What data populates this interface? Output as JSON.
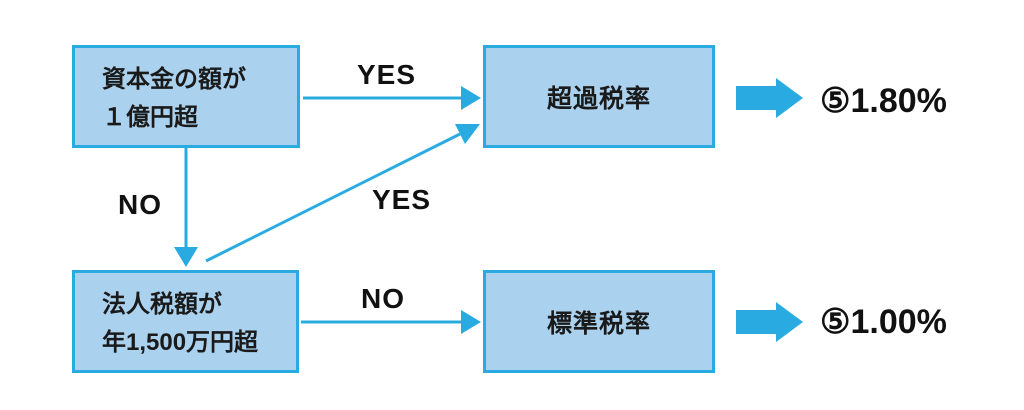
{
  "diagram": {
    "colors": {
      "box_fill": "#aad2ef",
      "box_border": "#29abe2",
      "connector": "#29abe2",
      "text": "#111111",
      "background": "#ffffff"
    },
    "nodes": {
      "capital": {
        "line1": "資本金の額が",
        "line2": "１億円超"
      },
      "corporate_tax": {
        "line1": "法人税額が",
        "line2": "年1,500万円超"
      },
      "excess_rate": {
        "label": "超過税率"
      },
      "standard_rate": {
        "label": "標準税率"
      }
    },
    "labels": {
      "yes_top": "YES",
      "no_down": "NO",
      "yes_diagonal": "YES",
      "no_right": "NO"
    },
    "results": {
      "excess": "⑤1.80%",
      "standard": "⑤1.00%"
    }
  }
}
